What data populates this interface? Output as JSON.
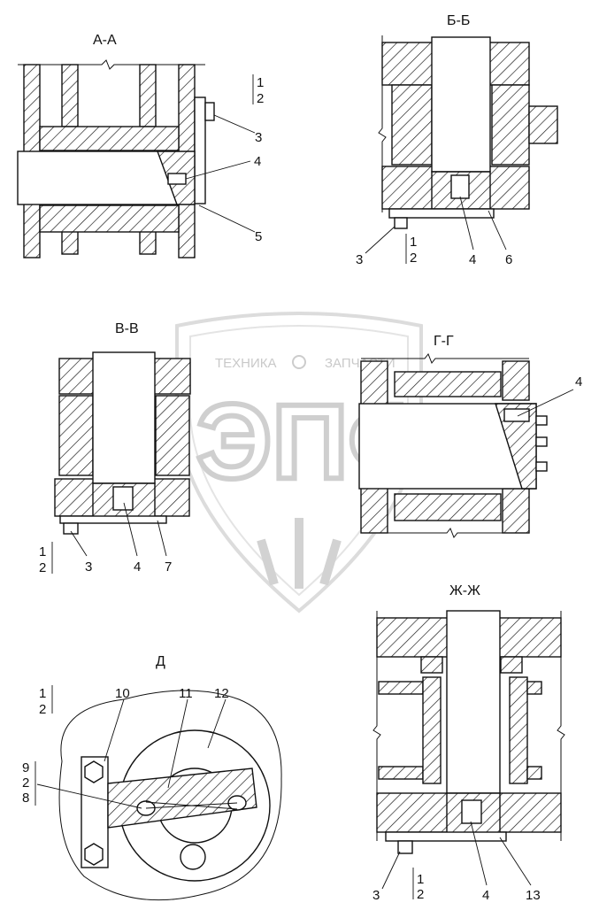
{
  "watermark": {
    "left_text": "ТЕХНИКА",
    "right_text": "ЗАПЧАСТИ",
    "logo_text": "ЭПФ"
  },
  "views": {
    "aa": {
      "title": "А-А",
      "labels": [
        "1",
        "2",
        "3",
        "4",
        "5"
      ]
    },
    "bb": {
      "title": "Б-Б",
      "labels": [
        "3",
        "1",
        "2",
        "4",
        "6"
      ]
    },
    "vv": {
      "title": "В-В",
      "labels": [
        "1",
        "2",
        "3",
        "4",
        "7"
      ]
    },
    "gg": {
      "title": "Г-Г",
      "labels": [
        "4"
      ]
    },
    "d": {
      "title": "Д",
      "labels": [
        "1",
        "2",
        "10",
        "11",
        "12",
        "9",
        "2",
        "8"
      ]
    },
    "zz": {
      "title": "Ж-Ж",
      "labels": [
        "3",
        "1",
        "2",
        "4",
        "13"
      ]
    }
  }
}
